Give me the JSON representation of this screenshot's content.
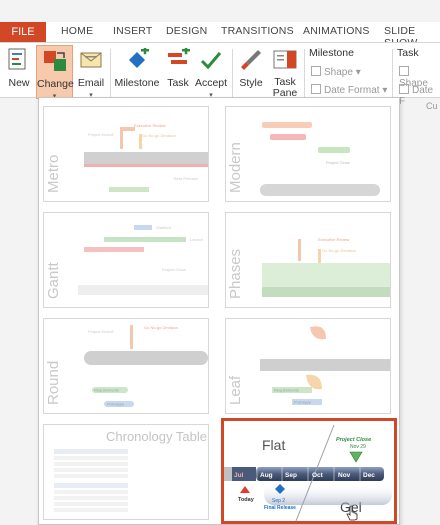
{
  "tabs": {
    "file": "FILE",
    "items": [
      "HOME",
      "INSERT",
      "DESIGN",
      "TRANSITIONS",
      "ANIMATIONS",
      "SLIDE SHOW"
    ]
  },
  "ribbon": {
    "new": "New",
    "change": "Change",
    "email": "Email",
    "milestone": "Milestone",
    "task": "Task",
    "accept": "Accept",
    "style": "Style",
    "task_pane_line1": "Task",
    "task_pane_line2": "Pane",
    "group_milestone": "Milestone",
    "group_task": "Task",
    "shape": "Shape",
    "date_format": "Date Format",
    "task_shape": "Shape",
    "task_date": "Date F",
    "cut_text": "Cu",
    "caret": "▾"
  },
  "gallery": {
    "styles": [
      "Metro",
      "Modern",
      "Gantt",
      "Phases",
      "Round",
      "Leaf",
      "Chronology Table",
      "Flat",
      "Gel"
    ],
    "selected": "Flat",
    "months": [
      "Jul",
      "Aug",
      "Sep",
      "Oct",
      "Nov",
      "Dec"
    ],
    "today": "Today",
    "project_close": "Project Close",
    "project_close_date": "Nov 29",
    "final_release_date": "Sep 2",
    "final_release": "Final Release",
    "project_kickoff": "Project Kickoff",
    "executive_review": "Executive Review",
    "go_no_go": "Go No-go Decision",
    "beta_release": "Beta Release",
    "requirements": "Requirements",
    "prototype": "Prototype",
    "launch": "Launch",
    "stabilize": "Stabilize"
  },
  "colors": {
    "accent": "#d24726",
    "selected_border": "#d24726",
    "gel_band": "#4a5a7a",
    "project_close_green": "#2e8b3e",
    "final_release_blue": "#2170c4",
    "today_red": "#e23a2e"
  }
}
